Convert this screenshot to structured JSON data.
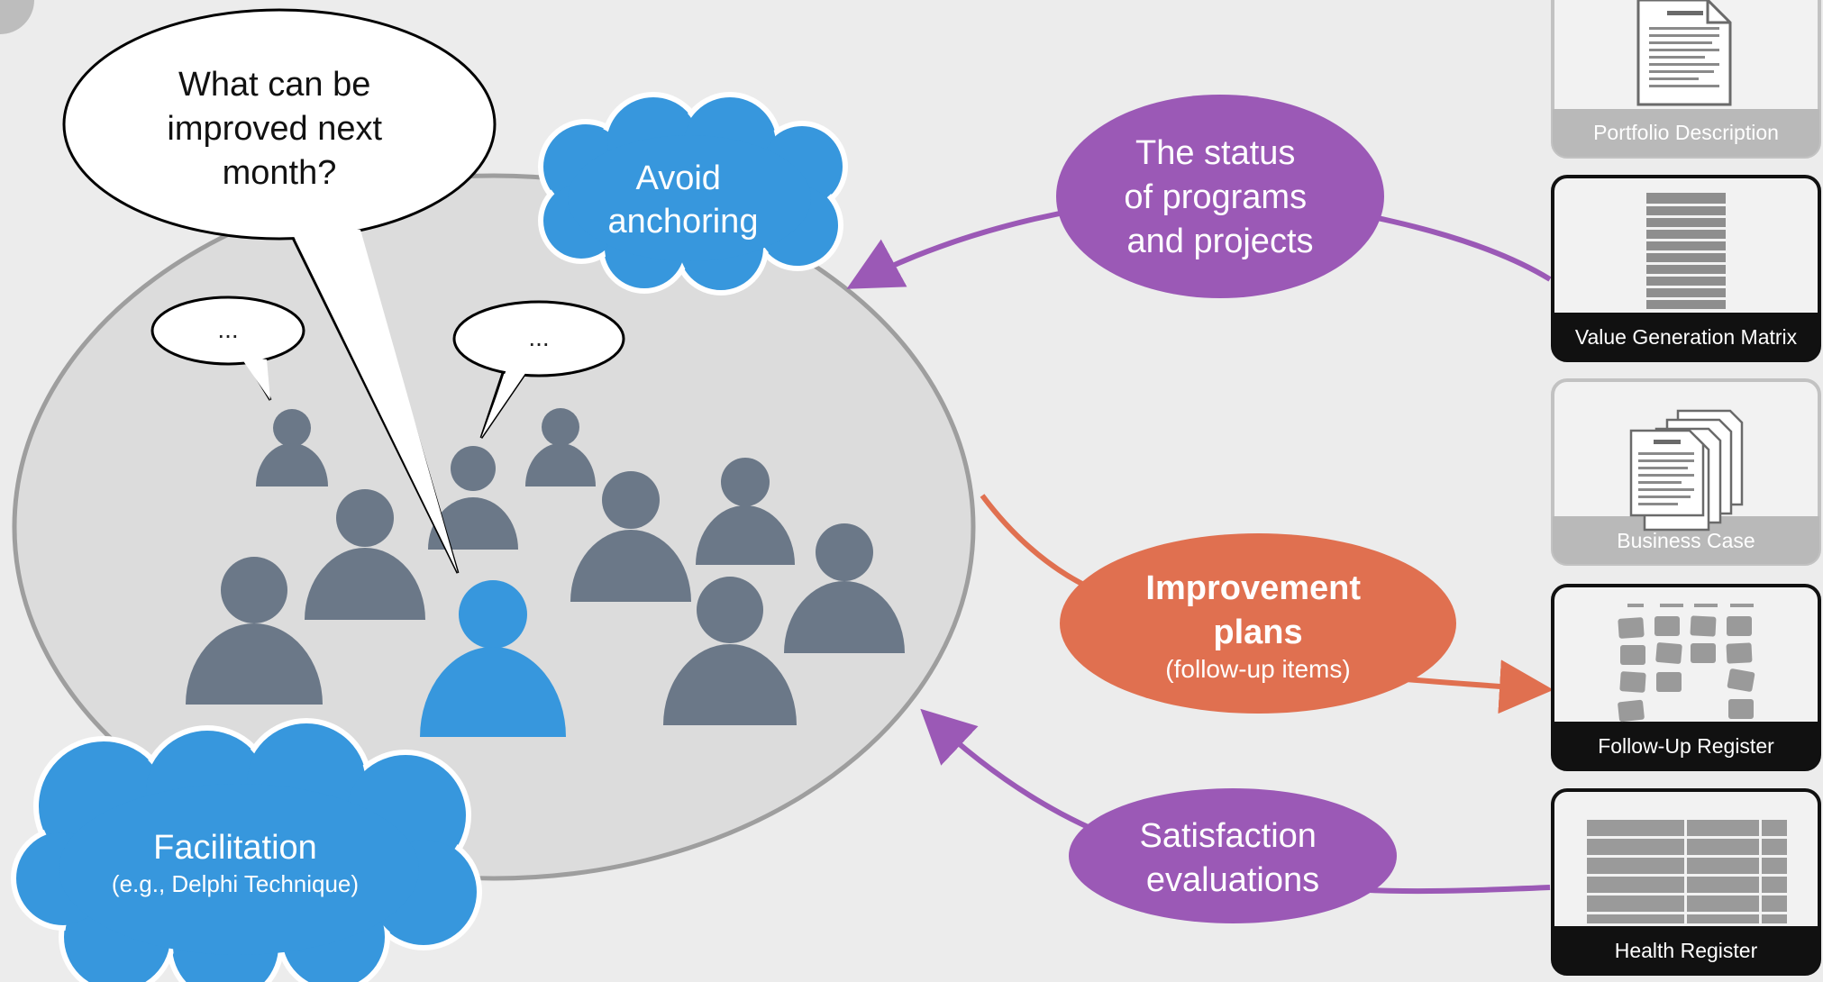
{
  "speech_main": [
    "What can be",
    "improved next",
    "month?"
  ],
  "speech_small_left": "...",
  "speech_small_right": "...",
  "cloud_top": [
    "Avoid",
    "anchoring"
  ],
  "cloud_bottom": {
    "title": "Facilitation",
    "subtitle": "(e.g., Delphi Technique)"
  },
  "ellipse_status": [
    "The status",
    "of programs",
    "and projects"
  ],
  "ellipse_improvement": {
    "title": [
      "Improvement",
      "plans"
    ],
    "subtitle": "(follow-up items)"
  },
  "ellipse_satisfaction": [
    "Satisfaction",
    "evaluations"
  ],
  "cards": [
    {
      "label": "Portfolio Description",
      "state": "inactive",
      "icon": "document-icon"
    },
    {
      "label": "Value Generation Matrix",
      "state": "active",
      "icon": "matrix-icon"
    },
    {
      "label": "Business Case",
      "state": "inactive",
      "icon": "document-stack-icon"
    },
    {
      "label": "Follow-Up Register",
      "state": "active",
      "icon": "kanban-board-icon"
    },
    {
      "label": "Health Register",
      "state": "active",
      "icon": "table-icon"
    }
  ],
  "colors": {
    "background": "#ececec",
    "group_ellipse": "#dcdcdc",
    "person_gray": "#6b7888",
    "person_blue": "#3797dd",
    "cloud_blue": "#3797dd",
    "purple": "#9b59b6",
    "orange": "#e07050",
    "card_active_border": "#111111",
    "card_inactive": "#b9b9b9"
  }
}
